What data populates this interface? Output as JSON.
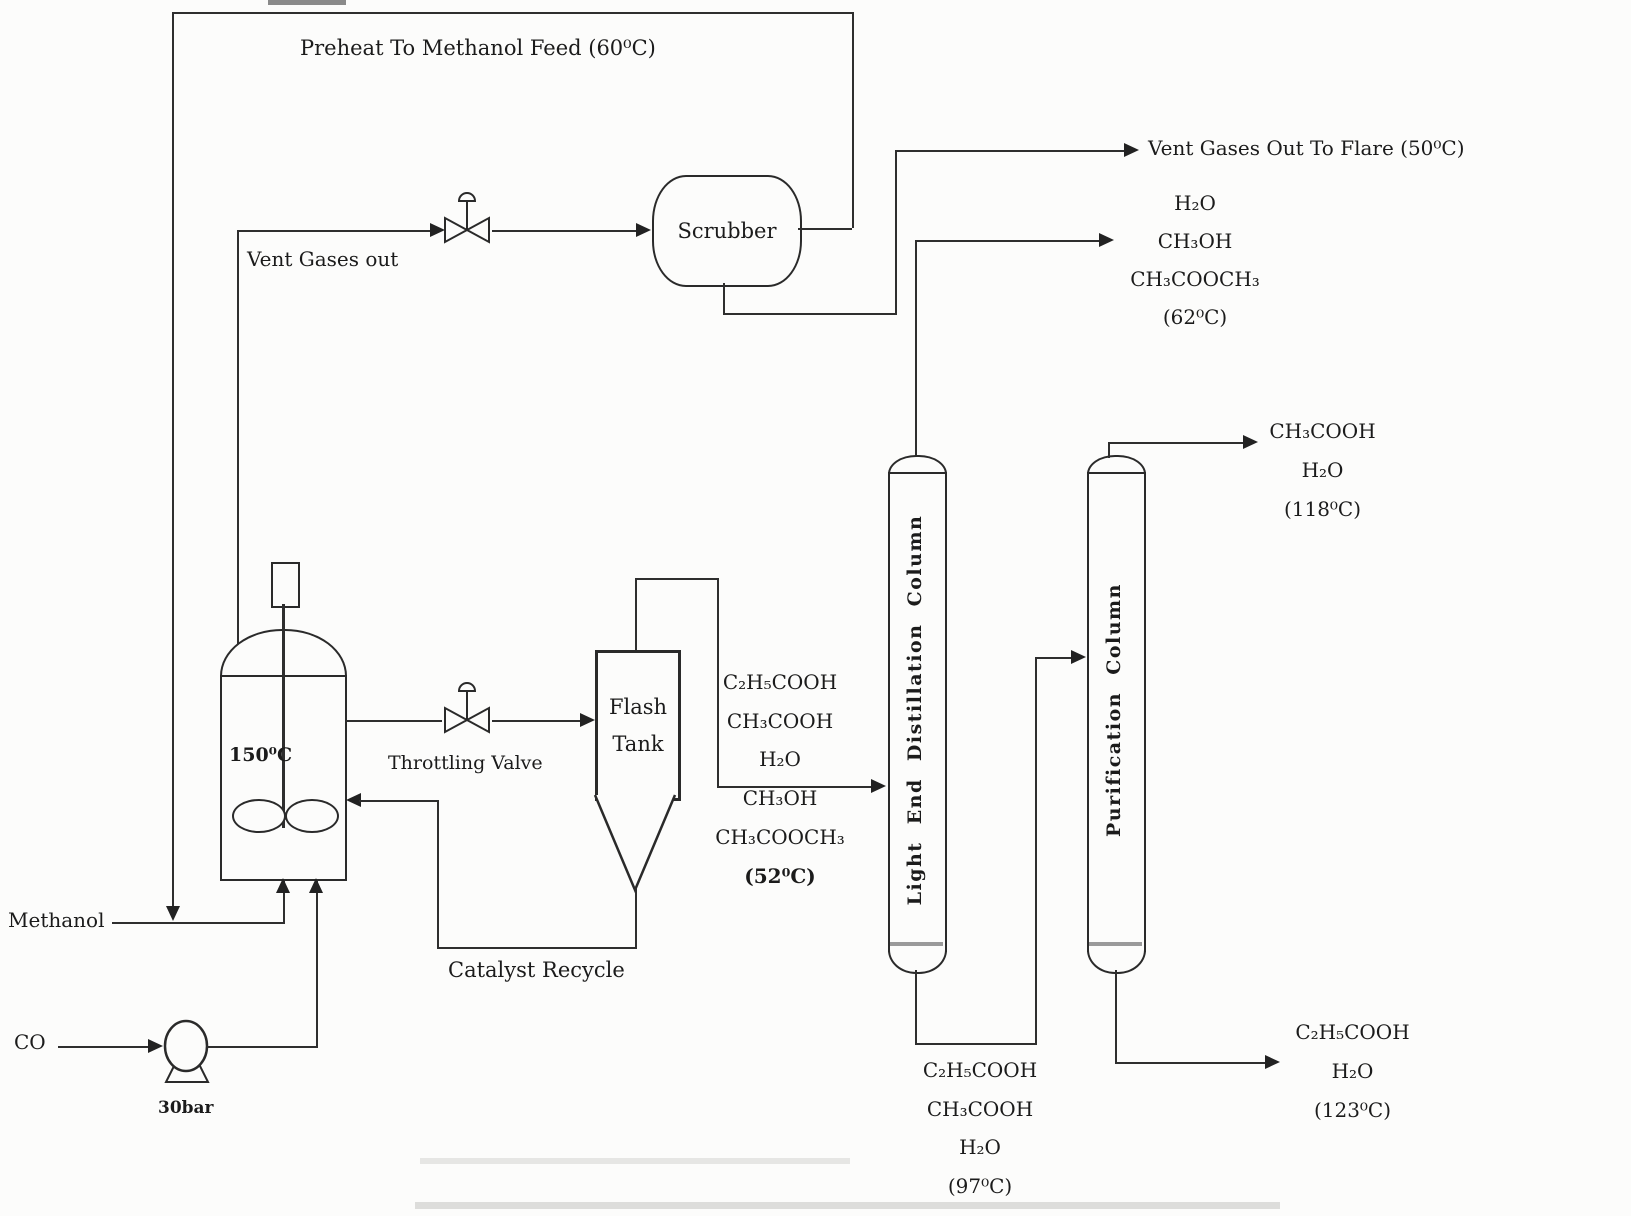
{
  "diagram": {
    "type": "process-flow-diagram",
    "colors": {
      "line": "#2e2e2e",
      "text": "#1b1b1b",
      "background": "#fcfcfb"
    },
    "labels": {
      "preheat": "Preheat To Methanol Feed (60⁰C)",
      "vent_gases_out": "Vent Gases out",
      "vent_flare": "Vent Gases Out To Flare (50⁰C)",
      "throttling_valve": "Throttling Valve",
      "catalyst_recycle": "Catalyst Recycle",
      "methanol": "Methanol",
      "co": "CO",
      "pump_pressure": "30bar",
      "reactor_temp": "150⁰C"
    },
    "equipment": {
      "scrubber": "Scrubber",
      "flash_tank": [
        "Flash",
        "Tank"
      ],
      "light_end_column": "Light End Distillation Column",
      "purification_column": "Purification Column"
    },
    "streams": {
      "scrubber_overhead": [
        "H₂O",
        "CH₃OH",
        "CH₃COOCH₃",
        "(62⁰C)"
      ],
      "flash_vapor": [
        "C₂H₅COOH",
        "CH₃COOH",
        "H₂O",
        "CH₃OH",
        "CH₃COOCH₃",
        "(52⁰C)"
      ],
      "light_end_bottoms": [
        "C₂H₅COOH",
        "CH₃COOH",
        "H₂O",
        "(97⁰C)"
      ],
      "purification_overhead": [
        "CH₃COOH",
        "H₂O",
        "(118⁰C)"
      ],
      "purification_bottoms": [
        "C₂H₅COOH",
        "H₂O",
        "(123⁰C)"
      ]
    }
  }
}
